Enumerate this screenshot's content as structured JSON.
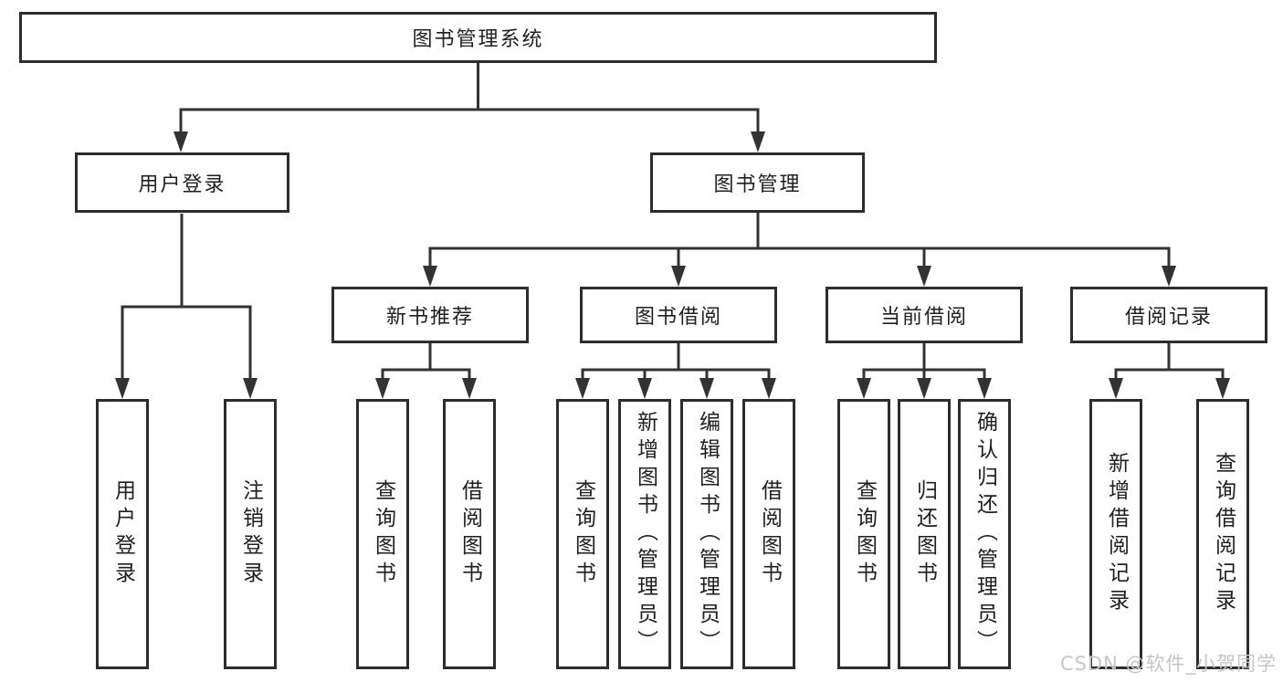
{
  "colors": {
    "line": "#333333",
    "border": "#2d2d2d",
    "text": "#1f1f1f",
    "watermark": "#c6c6c6",
    "background": "#ffffff"
  },
  "watermark": {
    "text": "CSDN @软件_小贺同学"
  },
  "diagram": {
    "root": {
      "label": "图书管理系统"
    },
    "branches": [
      {
        "label": "用户登录",
        "children": [
          {
            "label": "用户登录"
          },
          {
            "label": "注销登录"
          }
        ]
      },
      {
        "label": "图书管理",
        "children": [
          {
            "label": "新书推荐",
            "children": [
              {
                "label": "查询图书"
              },
              {
                "label": "借阅图书"
              }
            ]
          },
          {
            "label": "图书借阅",
            "children": [
              {
                "label": "查询图书"
              },
              {
                "label": "新增图书（管理员）"
              },
              {
                "label": "编辑图书（管理员）"
              },
              {
                "label": "借阅图书"
              }
            ]
          },
          {
            "label": "当前借阅",
            "children": [
              {
                "label": "查询图书"
              },
              {
                "label": "归还图书"
              },
              {
                "label": "确认归还（管理员）"
              }
            ]
          },
          {
            "label": "借阅记录",
            "children": [
              {
                "label": "新增借阅记录"
              },
              {
                "label": "查询借阅记录"
              }
            ]
          }
        ]
      }
    ]
  }
}
